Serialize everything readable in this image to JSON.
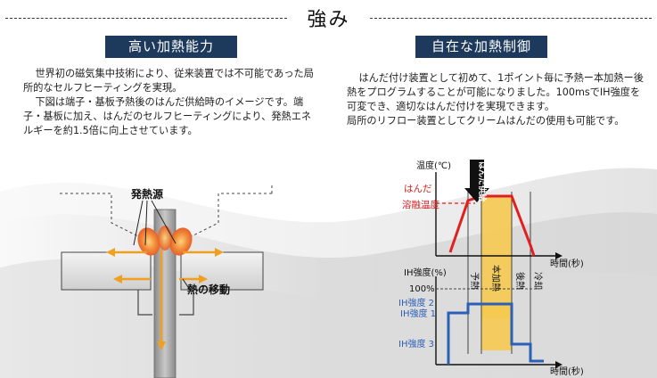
{
  "page": {
    "title": "強み"
  },
  "left": {
    "heading": "高い加熱能力",
    "paragraph1": "世界初の磁気集中技術により、従来装置では不可能であった局所的なセルフヒーティングを実現。",
    "paragraph2": "下図は端子・基板予熱後のはんだ供給時のイメージです。端子・基板に加え、はんだのセルフヒーティングにより、発熱エネルギーを約1.5倍に向上させています。",
    "diagram": {
      "label_heat_source": "発熱源",
      "label_heat_transfer": "熱の移動"
    }
  },
  "right": {
    "heading": "自在な加熱制御",
    "paragraph1": "はんだ付け装置として初めて、1ポイント毎に予熱ー本加熱ー後熱をプログラムすることが可能になりました。100msでIH強度を可変でき、適切なはんだ付けを実現できます。",
    "paragraph2": "局所のリフロー装置としてクリームはんだの使用も可能です。",
    "chart": {
      "temp_axis_label": "温度(℃)",
      "solder_label": "はんだ",
      "melt_label": "溶融温度",
      "solder_supply_label": "はんだ供給",
      "time_label_top": "時間(秒)",
      "ih_axis_label": "IH強度(%)",
      "pct100_label": "100%",
      "ih2_label": "IH強度 2",
      "ih1_label": "IH強度 1",
      "ih3_label": "IH強度 3",
      "time_label_bottom": "時間(秒)",
      "phases": [
        "予熱",
        "本加熱",
        "後熱",
        "冷却"
      ],
      "colors": {
        "temperature": "#e02020",
        "ih": "#2b5fb8",
        "main_heat_fill": "#f6c950",
        "accent_label": "#d32020"
      }
    }
  },
  "colors": {
    "badge": "#1d3a5c",
    "heat": "#f0a020"
  }
}
